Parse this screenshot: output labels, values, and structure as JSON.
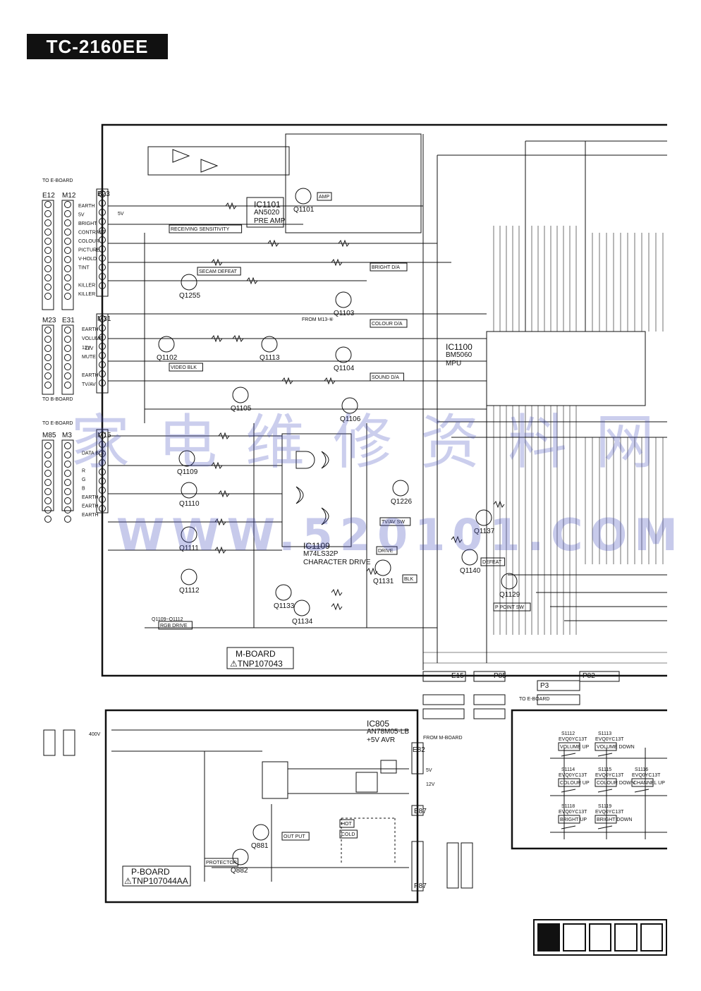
{
  "title": "TC-2160EE",
  "watermark": {
    "chinese": "家电维修资料网",
    "url": "WWW.520101.COM"
  },
  "boards": {
    "m_board": {
      "name": "M-BOARD",
      "part": "TNP107043"
    },
    "p_board": {
      "name": "P-BOARD",
      "part": "TNP107044AA"
    }
  },
  "ics": [
    {
      "ref": "IC1101",
      "part": "AN5020",
      "func": "PRE AMP"
    },
    {
      "ref": "IC1100",
      "part": "BM5060",
      "func": "MPU"
    },
    {
      "ref": "IC1109",
      "part": "M74LS32P",
      "func": "CHARACTER DRIVE"
    },
    {
      "ref": "IC805",
      "part": "AN78M05-LB",
      "func": "+5V AVR"
    }
  ],
  "function_boxes": [
    "AMP",
    "BRIGHT D/A",
    "COLOUR D/A",
    "SOUND D/A",
    "VIDEO BLK",
    "SECAM DEFEAT",
    "RECEIVING SENSITIVITY",
    "TV/AV SW",
    "DEFEAT",
    "DRIVE",
    "P POINT SW",
    "RGB DRIVE",
    "PROTECTOR",
    "OUT PUT",
    "HOT",
    "COLD",
    "BLK"
  ],
  "connector_labels": {
    "e12_m12": [
      "EARTH",
      "5V",
      "BRIGHT",
      "CONTRAST",
      "COLOUR",
      "PICTURE",
      "V-HOLD",
      "TINT",
      "",
      "KILLER",
      "KILLER"
    ],
    "b23_m23": [
      "EARTH",
      "VOLUME",
      "12V",
      "MUTE",
      "",
      "EARTH",
      "TV/AV"
    ],
    "e31_m31": [
      "",
      "DATA BLK",
      "",
      "R",
      "G",
      "B",
      "EARTH",
      "EARTH",
      "EARTH"
    ]
  },
  "connectors": [
    "E12",
    "M12",
    "B23",
    "M23",
    "E31",
    "M31",
    "M85",
    "M3",
    "M15",
    "E15",
    "P85",
    "P3",
    "P82",
    "E82",
    "E87",
    "P87"
  ],
  "board_refs": [
    "TO E-BOARD",
    "TO B-BOARD",
    "TO E-BOARD",
    "TO E-BOARD",
    "FROM M-BOARD"
  ],
  "transistors": [
    "Q1101",
    "Q1255",
    "Q1102",
    "Q1113",
    "Q1103",
    "Q1104",
    "Q1105",
    "Q1106",
    "Q1109",
    "Q1110",
    "Q1111",
    "Q1112",
    "Q1133",
    "Q1134",
    "Q1131",
    "Q1226",
    "Q1137",
    "Q1140",
    "Q1129",
    "Q881",
    "Q882"
  ],
  "range_label": "Q1109~Q1112",
  "switches": [
    {
      "ref": "S1112",
      "part": "EVQ0YC13T",
      "func": "VOLUME UP"
    },
    {
      "ref": "S1113",
      "part": "EVQ0YC13T",
      "func": "VOLUME DOWN"
    },
    {
      "ref": "S1114",
      "part": "EVQ0YC13T",
      "func": "COLOUR UP"
    },
    {
      "ref": "S1115",
      "part": "EVQ0YC13T",
      "func": "COLOUR DOWN"
    },
    {
      "ref": "S1116",
      "part": "EVQ0YC13T",
      "func": "CHANNEL UP"
    },
    {
      "ref": "S1118",
      "part": "EVQ0YC13T",
      "func": "BRIGHT UP"
    },
    {
      "ref": "S1119",
      "part": "EVQ0YC13T",
      "func": "BRIGHT DOWN"
    }
  ],
  "voltages": [
    "5V",
    "12V",
    "400V",
    "5V",
    "12V"
  ],
  "from_note": "FROM M13-⑥",
  "page_indicator": {
    "total": 5,
    "current": 1
  }
}
